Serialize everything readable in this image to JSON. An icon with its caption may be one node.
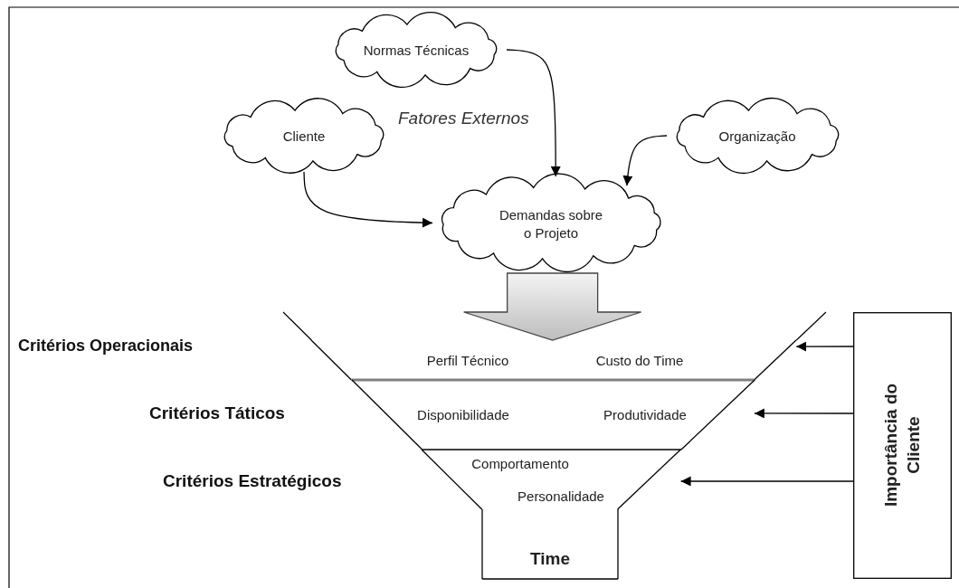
{
  "diagram": {
    "nodes": [
      {
        "text": [
          "Normas Técnicas"
        ]
      },
      {
        "text": [
          "Cliente"
        ]
      },
      {
        "text": [
          "Organização"
        ]
      },
      {
        "text": [
          "Demandas sobre o Projeto"
        ]
      },
      {
        "text": [
          "Perfil Técnico",
          "Custo do Time"
        ]
      },
      {
        "text": [
          "Disponibilidade",
          "Produtividade"
        ]
      },
      {
        "text": [
          "Comportamento",
          "Personalidade"
        ]
      },
      {
        "text": [
          "Time"
        ]
      },
      {
        "text": [
          "Importância do Cliente"
        ]
      }
    ],
    "edges": [
      {
        "from": 0,
        "to": 3,
        "arrow": "to"
      },
      {
        "from": 2,
        "to": 3,
        "arrow": "to"
      },
      {
        "from": 1,
        "to": 3,
        "arrow": "to"
      },
      {
        "from": 3,
        "to": 4,
        "arrow": "to",
        "style": "thick"
      },
      {
        "from": 8,
        "to": 4,
        "arrow": "to"
      },
      {
        "from": 8,
        "to": 5,
        "arrow": "to"
      },
      {
        "from": 8,
        "to": 6,
        "arrow": "to"
      }
    ],
    "labels": [
      "Fatores Externos",
      "Critérios Operacionais",
      "Critérios Táticos",
      "Critérios Estratégicos"
    ]
  }
}
